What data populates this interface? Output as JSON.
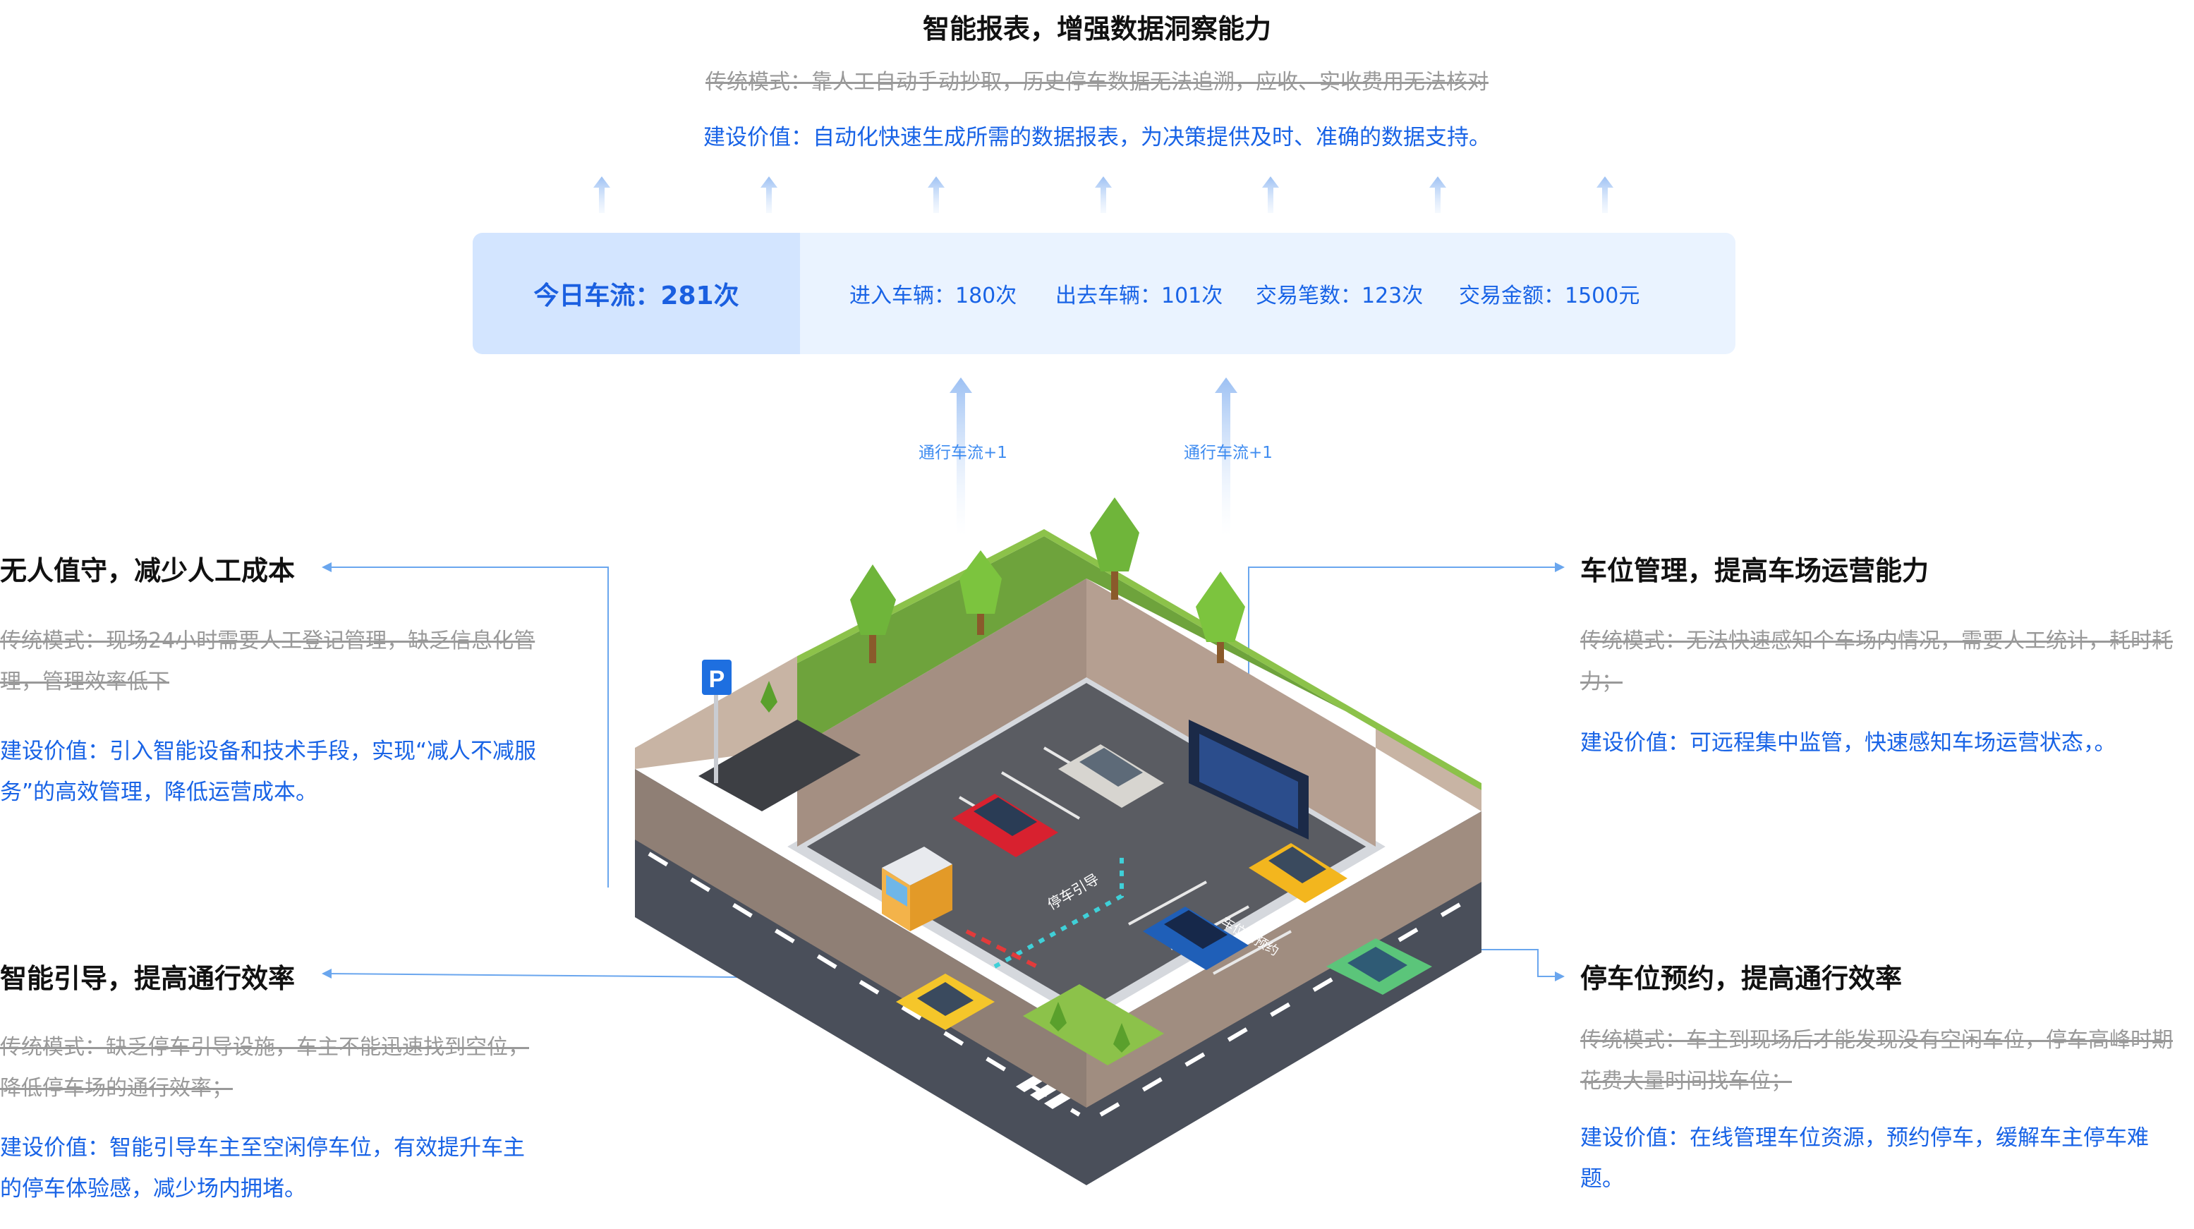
{
  "top": {
    "title": "智能报表，增强数据洞察能力",
    "traditional": "传统模式：靠人工自动手动抄取，历史停车数据无法追溯，应收、实收费用无法核对",
    "value": "建设价值：自动化快速生成所需的数据报表，为决策提供及时、准确的数据支持。"
  },
  "traffic_bar": {
    "today": "今日车流：281次",
    "stats": [
      "进入车辆：180次",
      "出去车辆：101次",
      "交易笔数：123次",
      "交易金额：1500元"
    ]
  },
  "flow_labels": [
    "通行车流+1",
    "通行车流+1"
  ],
  "left_top": {
    "title": "无人值守，减少人工成本",
    "traditional": "传统模式：现场24小时需要人工登记管理，缺乏信息化管理，管理效率低下",
    "value": "建设价值：引入智能设备和技术手段，实现“减人不减服务”的高效管理，降低运营成本。"
  },
  "left_bottom": {
    "title": "智能引导，提高通行效率",
    "traditional": "传统模式：缺乏停车引导设施，车主不能迅速找到空位，降低停车场的通行效率；",
    "value": "建设价值：智能引导车主至空闲停车位，有效提升车主的停车体验感，减少场内拥堵。"
  },
  "right_top": {
    "title": "车位管理，提高车场运营能力",
    "traditional": "传统模式：无法快速感知个车场内情况，需要人工统计，耗时耗力；",
    "value": "建设价值：可远程集中监管，快速感知车场运营状态，。"
  },
  "right_bottom": {
    "title": "停车位预约，提高通行效率",
    "traditional": "传统模式：车主到现场后才能发现没有空闲车位，停车高峰时期花费大量时间找车位；",
    "value": "建设价值：在线管理车位资源，预约停车，缓解车主停车难题。"
  },
  "illustration": {
    "guide_sign": "停车引导",
    "reserved_sign": "车位已预约",
    "parking_sign": "P"
  }
}
